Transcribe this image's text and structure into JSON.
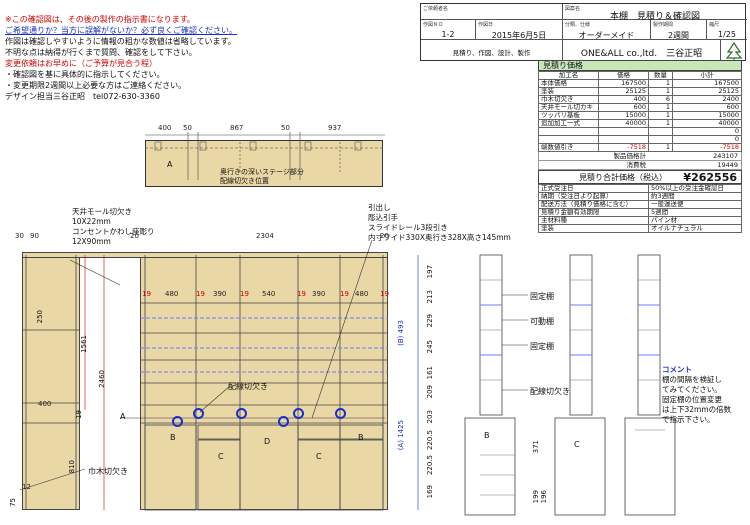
{
  "notes": {
    "line1": "※この確認図は、その後の製作の指示書になります。",
    "line2": "ご希望通りか？当方に誤解がないか？必ず良くご確認ください。",
    "line3": "作図は確認しやすいように情報の粗かな数値は省略しています。",
    "line4": "不明な点は納得が行くまで質問、確認をして下さい。",
    "line5": "変更依頼はお早めに（ご予算が見合う程）",
    "line6": "・確認図を基に具体的に指示してください。",
    "line7": "・変更期限2週間以上必要な方はご連絡ください。",
    "line8": "デザイン担当三谷正昭　tel072-630-3360"
  },
  "header": {
    "customer_label": "ご依頼者名",
    "drawing_name_label": "図案名",
    "drawing_name": "本棚　見積り＆確認図",
    "drawing_no_label": "作図ＮＯ",
    "drawing_no": "1-2",
    "date_label": "作図日",
    "date": "2015年6月5日",
    "category_label": "分類、仕様",
    "category": "オーダーメイド",
    "lead_label": "製作期間",
    "lead": "2週間",
    "scale_label": "縮尺",
    "scale": "1/25",
    "desc": "見積り、作図、設計、製作",
    "company": "ONE&ALL co.,ltd.　三谷正昭"
  },
  "estimate": {
    "title": "見積り価格",
    "headers": [
      "加工名",
      "価格",
      "数量",
      "小計"
    ],
    "rows": [
      {
        "name": "本体価格",
        "price": "167500",
        "qty": "1",
        "sub": "167500"
      },
      {
        "name": "塗装",
        "price": "25125",
        "qty": "1",
        "sub": "25125"
      },
      {
        "name": "巾木切欠き",
        "price": "400",
        "qty": "6",
        "sub": "2400"
      },
      {
        "name": "天井モール切カキ",
        "price": "600",
        "qty": "1",
        "sub": "600"
      },
      {
        "name": "ツッパリ基板",
        "price": "15000",
        "qty": "1",
        "sub": "15000"
      },
      {
        "name": "追加加工一式",
        "price": "40000",
        "qty": "1",
        "sub": "40000"
      },
      {
        "name": "",
        "price": "",
        "qty": "",
        "sub": "0"
      },
      {
        "name": "",
        "price": "",
        "qty": "",
        "sub": "0"
      },
      {
        "name": "端数値引き",
        "price": "-7518",
        "qty": "1",
        "sub": "-7518"
      }
    ],
    "product_label": "製品価格計",
    "product": "243107",
    "tax_label": "消費税",
    "tax": "19449",
    "total_label": "見積り合計価格（税込）",
    "total": "¥262556",
    "conditions": [
      {
        "k": "正式受注日",
        "v": "50%以上の受注金確認日"
      },
      {
        "k": "納期（受注日より起算）",
        "v": "約3週間"
      },
      {
        "k": "配送方法（見積り価格に含む）",
        "v": "一般運送便"
      },
      {
        "k": "見積り金額有効期限",
        "v": "5週間"
      },
      {
        "k": "主材料種",
        "v": "パイン材"
      },
      {
        "k": "塗装",
        "v": "オイルナチュラル"
      }
    ]
  },
  "plan": {
    "dims": [
      "400",
      "50",
      "867",
      "50",
      "937"
    ],
    "note1": "奥行きの深いステージ部分",
    "note2": "配線切欠き位置",
    "a": "A"
  },
  "front": {
    "ceil_note": [
      "天井モール切欠き",
      "10X22mm",
      "コンセントかわし座彫り",
      "12X90mm"
    ],
    "drawer_note": [
      "引出し",
      "彫込引手",
      "スライドレール3段引き",
      "内寸ワイド330X奥行き328X高さ145mm"
    ],
    "top_dims": [
      "30",
      "90",
      "20",
      "2304",
      "20"
    ],
    "col_dims": [
      "19",
      "480",
      "19",
      "390",
      "19",
      "540",
      "19",
      "390",
      "19",
      "480",
      "19"
    ],
    "height_total": "2460",
    "h1561": "1561",
    "h250": "250",
    "h400": "400",
    "h810": "810",
    "h75": "75",
    "h12": "12",
    "h19": "19",
    "cut_label": "配線切欠き",
    "base_label": "巾木切欠き",
    "a_label": "A",
    "letters": [
      "B",
      "C",
      "D",
      "C",
      "B"
    ],
    "mid_dims": [
      "(B) 493",
      "(A) 1425"
    ],
    "right_dims": [
      "197",
      "213",
      "229",
      "245",
      "161",
      "209",
      "203",
      "220.5",
      "220.5",
      "169"
    ]
  },
  "side": {
    "fixed1": "固定棚",
    "movable": "可動棚",
    "fixed2": "固定棚",
    "cut": "配線切欠き",
    "letters": [
      "B",
      "C"
    ],
    "dims": [
      "199",
      "196",
      "371"
    ]
  },
  "comment": {
    "title": "コメント",
    "text": [
      "棚の間隔を検証し",
      "てみてください。",
      "固定棚の位置変更",
      "は上下32mmの倍数",
      "で指示下さい。"
    ]
  },
  "colors": {
    "accent_red": "#d40000",
    "blue": "#1a2fc8",
    "wood": "#e9d7a5",
    "header_green": "#c6e7b8"
  }
}
